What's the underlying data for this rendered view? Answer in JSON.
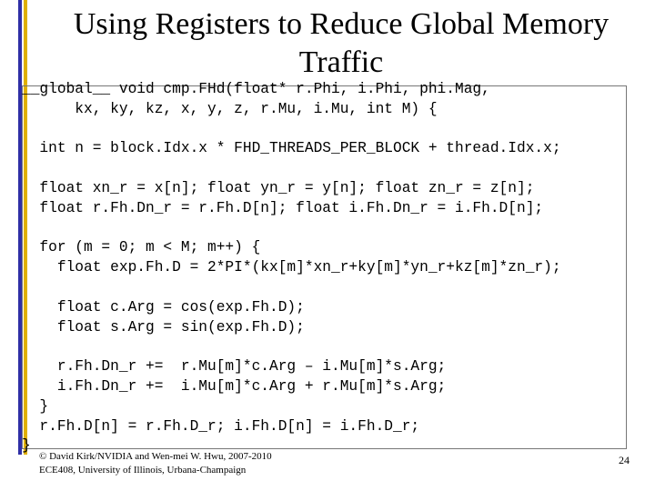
{
  "slide": {
    "title": "Using Registers to Reduce Global Memory Traffic",
    "code": "__global__ void cmp.FHd(float* r.Phi, i.Phi, phi.Mag,\n      kx, ky, kz, x, y, z, r.Mu, i.Mu, int M) {\n\n  int n = block.Idx.x * FHD_THREADS_PER_BLOCK + thread.Idx.x;\n\n  float xn_r = x[n]; float yn_r = y[n]; float zn_r = z[n];\n  float r.Fh.Dn_r = r.Fh.D[n]; float i.Fh.Dn_r = i.Fh.D[n];\n\n  for (m = 0; m < M; m++) {\n    float exp.Fh.D = 2*PI*(kx[m]*xn_r+ky[m]*yn_r+kz[m]*zn_r);\n\n    float c.Arg = cos(exp.Fh.D);\n    float s.Arg = sin(exp.Fh.D);\n\n    r.Fh.Dn_r +=  r.Mu[m]*c.Arg – i.Mu[m]*s.Arg;\n    i.Fh.Dn_r +=  i.Mu[m]*c.Arg + r.Mu[m]*s.Arg;\n  }\n  r.Fh.D[n] = r.Fh.D_r; i.Fh.D[n] = i.Fh.D_r;\n}",
    "footer_line1": "© David Kirk/NVIDIA and Wen-mei W. Hwu, 2007-2010",
    "footer_line2": "ECE408, University of Illinois, Urbana-Champaign",
    "page_number": "24"
  },
  "colors": {
    "bar_blue": "#2f2fa6",
    "bar_gold": "#e0b000"
  }
}
